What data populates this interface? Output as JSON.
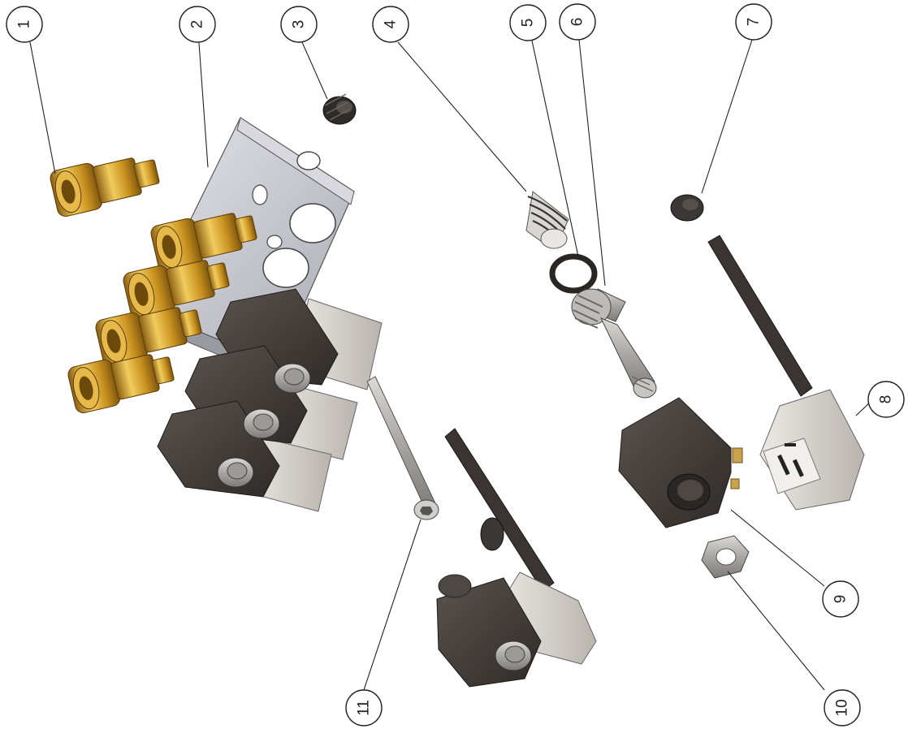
{
  "callouts": [
    {
      "label": "1"
    },
    {
      "label": "2"
    },
    {
      "label": "3"
    },
    {
      "label": "4"
    },
    {
      "label": "5"
    },
    {
      "label": "6"
    },
    {
      "label": "7"
    },
    {
      "label": "8"
    },
    {
      "label": "9"
    },
    {
      "label": "10"
    },
    {
      "label": "11"
    }
  ],
  "colors": {
    "brass": "#d4a235",
    "aluminum": "#c9c9cf",
    "coil": "#4a4440",
    "connector": "#d6d2cc",
    "rubber": "#3b3735",
    "steel": "#b8b6b2"
  }
}
